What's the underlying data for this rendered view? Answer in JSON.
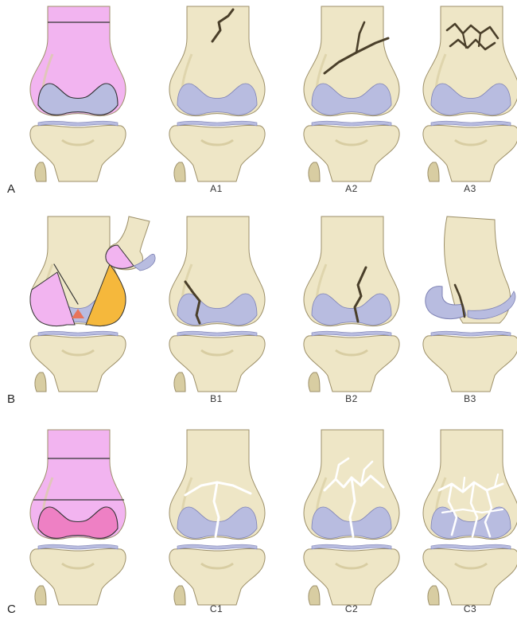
{
  "rows": [
    {
      "letter": "A",
      "labels": [
        "A1",
        "A2",
        "A3"
      ]
    },
    {
      "letter": "B",
      "labels": [
        "B1",
        "B2",
        "B3"
      ]
    },
    {
      "letter": "C",
      "labels": [
        "C1",
        "C2",
        "C3"
      ]
    }
  ],
  "colors": {
    "bone": "#EEE6C6",
    "bone_shadow": "#D8CDA2",
    "bone_outline": "#9C8F68",
    "cartilage": "#B8BCE0",
    "cartilage_outline": "#7E82B4",
    "zone_metaphysis": "#F2B4F0",
    "zone_condyle": "#EE80C4",
    "zone_lateral": "#F5B83C",
    "fracture_line": "#4A3F2A"
  },
  "fracture_types": {
    "A1": "simple",
    "A2": "wedge",
    "A3": "complex",
    "B1": "lateral-condyle",
    "B2": "medial-condyle",
    "B3": "coronal",
    "C1": "simple-articular",
    "C2": "comminuted-metaphyseal",
    "C3": "comminuted-articular"
  }
}
